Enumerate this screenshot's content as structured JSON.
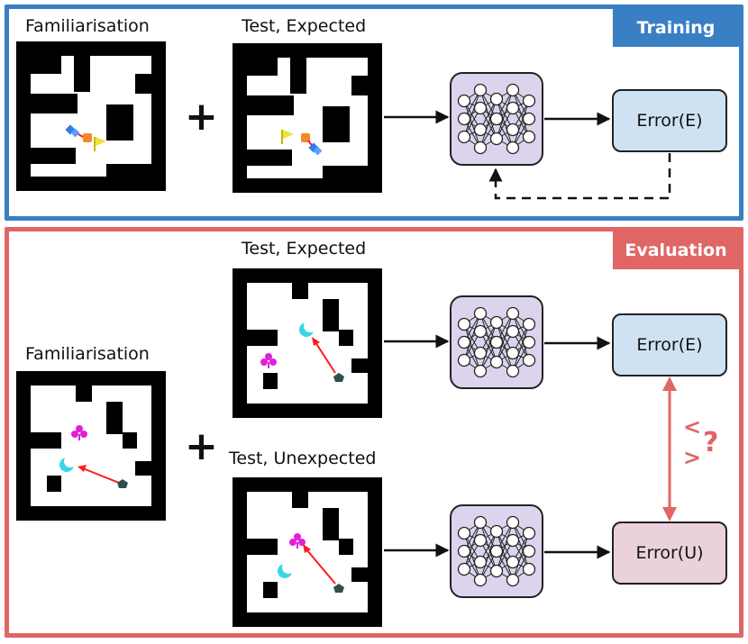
{
  "training": {
    "badge": "Training",
    "familiarisation_label": "Familiarisation",
    "test_expected_label": "Test, Expected",
    "plus": "+",
    "error_label": "Error(E)"
  },
  "evaluation": {
    "badge": "Evaluation",
    "familiarisation_label": "Familiarisation",
    "test_expected_label": "Test, Expected",
    "test_unexpected_label": "Test, Unexpected",
    "plus": "+",
    "error_expected_label": "Error(E)",
    "error_unexpected_label": "Error(U)",
    "comparison_lt": "<",
    "comparison_gt": ">",
    "comparison_q": "?"
  },
  "icons": {
    "goal_flag_color": "#f2e03a",
    "agent_color": "#ef8a2a",
    "target_diamond_color": "#2f7fe8",
    "club_color": "#e020d8",
    "moon_color": "#39d6e6",
    "pentagon_color": "#2f4f4f",
    "path_arrow_color": "#ff1a1a"
  }
}
